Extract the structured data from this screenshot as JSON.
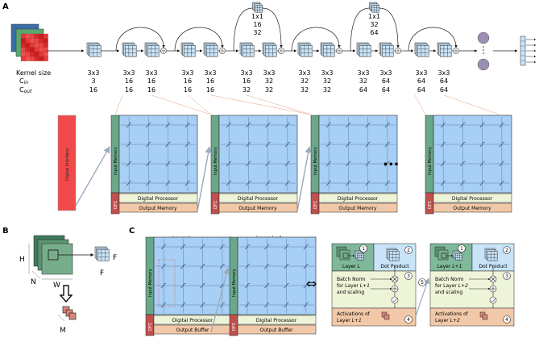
{
  "colors": {
    "grid": "#a8cff5",
    "grid_line": "#5a7fa8",
    "input_memory": "#6ba88b",
    "dfc": "#c0504d",
    "digital_processor": "#eef4d8",
    "output_memory": "#f2c9a8",
    "digital_interface": "#f04a4a",
    "arrow": "#9aacbf",
    "connector": "#e8a07c",
    "kernel_grid": "#c9e4f8",
    "node": "#9b8fb5",
    "batch_norm": "#eef4d8",
    "dot_product": "#c9e4f8",
    "layer_box": "#7fb89a",
    "activation": "#f2c9a8",
    "m_icon": "#d9867a"
  },
  "panel_a": {
    "letter": "A",
    "label_kernel": "Kernel size",
    "label_cin": "C",
    "label_cin_sub": "in",
    "label_cout": "C",
    "label_cout_sub": "out",
    "layers": [
      {
        "k": "3x3",
        "cin": "3",
        "cout": "16"
      },
      {
        "k": "3x3",
        "cin": "16",
        "cout": "16"
      },
      {
        "k": "3x3",
        "cin": "16",
        "cout": "16"
      },
      {
        "k": "3x3",
        "cin": "16",
        "cout": "16"
      },
      {
        "k": "3x3",
        "cin": "16",
        "cout": "16"
      },
      {
        "k": "3x3",
        "cin": "16",
        "cout": "32"
      },
      {
        "k": "3x3",
        "cin": "32",
        "cout": "32"
      },
      {
        "k": "3x3",
        "cin": "32",
        "cout": "32"
      },
      {
        "k": "3x3",
        "cin": "32",
        "cout": "32"
      },
      {
        "k": "3x3",
        "cin": "32",
        "cout": "64"
      },
      {
        "k": "3x3",
        "cin": "64",
        "cout": "64"
      },
      {
        "k": "3x3",
        "cin": "64",
        "cout": "64"
      },
      {
        "k": "3x3",
        "cin": "64",
        "cout": "64"
      }
    ],
    "skip1": {
      "k": "1x1",
      "cin": "16",
      "cout": "32"
    },
    "skip2": {
      "k": "1x1",
      "cin": "32",
      "cout": "64"
    },
    "digital_interface": "Digital Interface",
    "input_memory": "Input Memory",
    "dfc": "DFC",
    "digital_processor": "Digital Processor",
    "output_memory": "Output Memory",
    "ellipsis": "..."
  },
  "panel_b": {
    "letter": "B",
    "h": "H",
    "w": "W",
    "n": "N",
    "f1": "F",
    "f2": "F",
    "m": "M"
  },
  "panel_c": {
    "letter": "C",
    "layer_l": "Layer ",
    "layer_l_italic": "L",
    "layer_l1": "Layer ",
    "layer_l1_italic": "L+1",
    "input_memory": "Input Memory",
    "dfc": "DFC",
    "digital_processor": "Digital Processor",
    "output_buffer": "Output Buffer",
    "equiv": "⇔",
    "block1": {
      "layer": "Layer ",
      "layer_italic": "L",
      "dot_product": "Dot Product",
      "bn1": "Batch Norm",
      "bn2": "for Layer ",
      "bn2_italic": "L+1",
      "bn3": "and scaling",
      "act1": "Activations of",
      "act2": "Layer ",
      "act2_italic": "L+1"
    },
    "block2": {
      "layer": "Layer ",
      "layer_italic": "L+1",
      "dot_product": "Dot Product",
      "bn1": "Batch Norm",
      "bn2": "for Layer ",
      "bn2_italic": "L+2",
      "bn3": "and scaling",
      "act1": "Activations of",
      "act2": "Layer ",
      "act2_italic": "L+2"
    },
    "steps": [
      "1",
      "2",
      "3",
      "4",
      "5"
    ]
  }
}
